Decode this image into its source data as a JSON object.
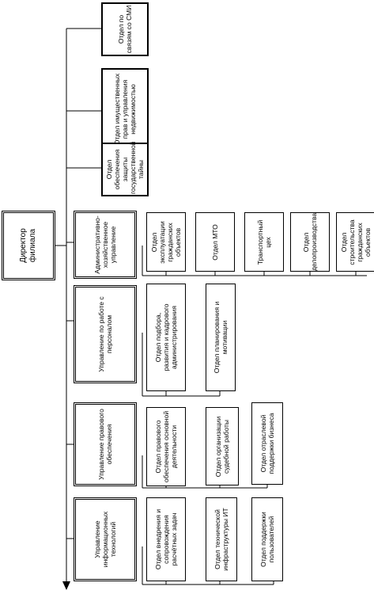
{
  "director": "Директор филиала",
  "top_depts": [
    "Отдел по связям со СМИ",
    "Отдел имущественных прав и управления недвижимостью",
    "Отдел обеспечения защиты государственной тайны"
  ],
  "divisions": [
    {
      "name": "Административно-хозяйственное управление",
      "depts": [
        "Отдел эксплуатации гражданских объектов",
        "Отдел МТО",
        "Транспортный цех",
        "Отдел делопроизводства",
        "Отдел строительства гражданских объектов"
      ]
    },
    {
      "name": "Управление по работе с персоналом",
      "depts": [
        "Отдел подбора, развития и кадрового администрирования",
        "Отдел планирования и мотивации"
      ]
    },
    {
      "name": "Управление правового обеспечения",
      "depts": [
        "Отдел правового обеспечения основной деятельности",
        "Отдел организации судебной работы",
        "Отдел отраслевой поддержки бизнеса"
      ]
    },
    {
      "name": "Управление информационных технологий",
      "depts": [
        "Отдел внедрения и сопровождения расчётных задач",
        "Отдел технической инфраструктуры ИТ",
        "Отдел поддержки пользователей"
      ]
    }
  ]
}
